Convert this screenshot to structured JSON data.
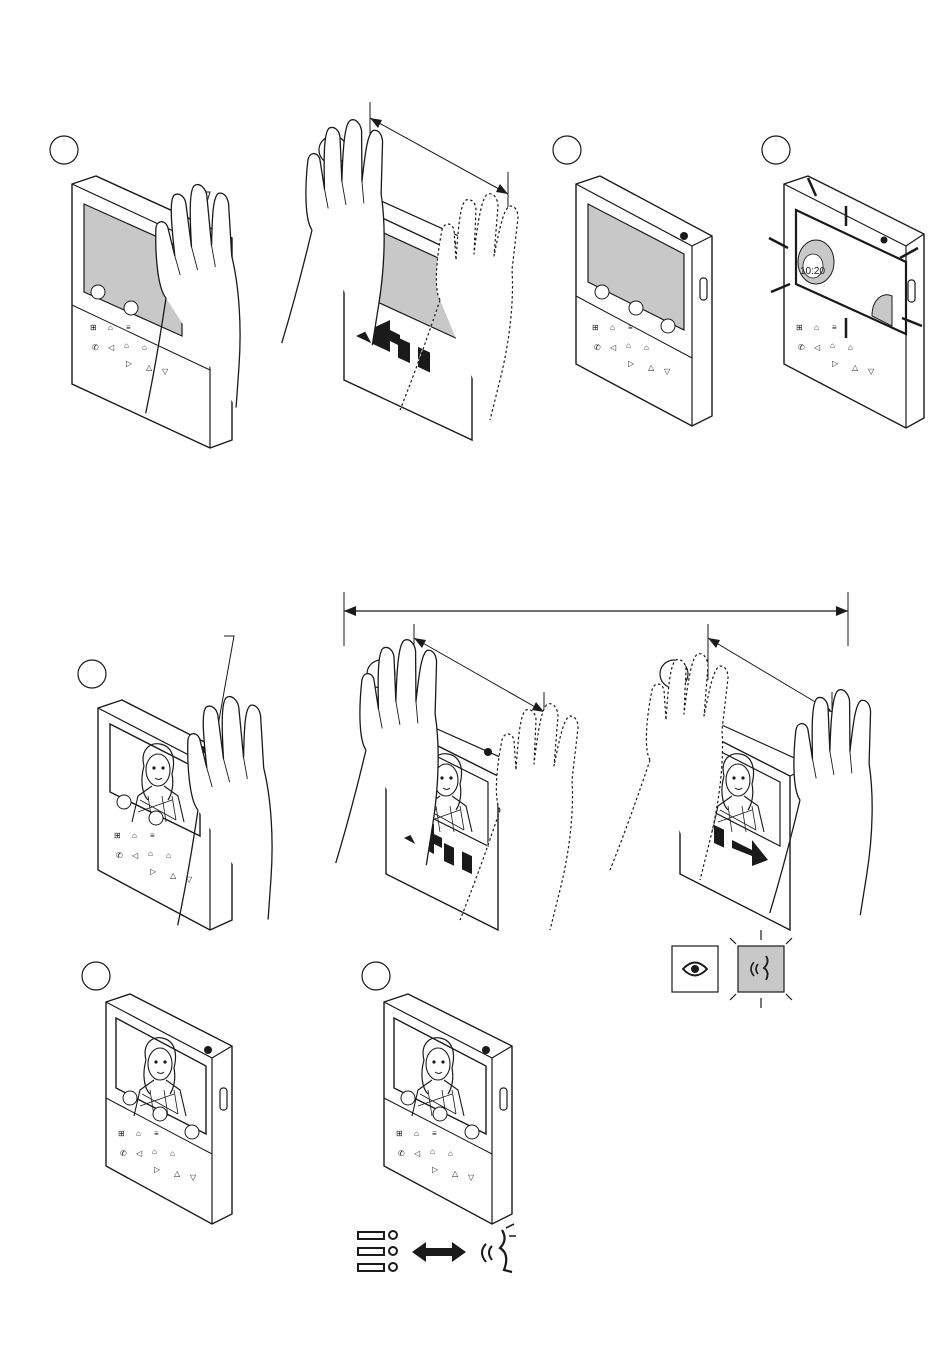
{
  "steps": [
    {
      "id": "1",
      "label": ""
    },
    {
      "id": "2",
      "label": ""
    },
    {
      "id": "3",
      "label": ""
    },
    {
      "id": "4",
      "label": ""
    },
    {
      "id": "5",
      "label": ""
    },
    {
      "id": "6",
      "label": ""
    },
    {
      "id": "7",
      "label": ""
    },
    {
      "id": "8",
      "label": ""
    },
    {
      "id": "9",
      "label": ""
    }
  ],
  "screen_clock": "10:20",
  "icons": {
    "proximity": "eye-icon",
    "voice": "voice-speaking-icon",
    "menu": "menu-list-icon",
    "swap": "double-arrow-icon"
  },
  "colors": {
    "line": "#1a1a1a",
    "screen": "#c8c8c8",
    "highlight": "#c8c8c8",
    "background": "#ffffff"
  }
}
